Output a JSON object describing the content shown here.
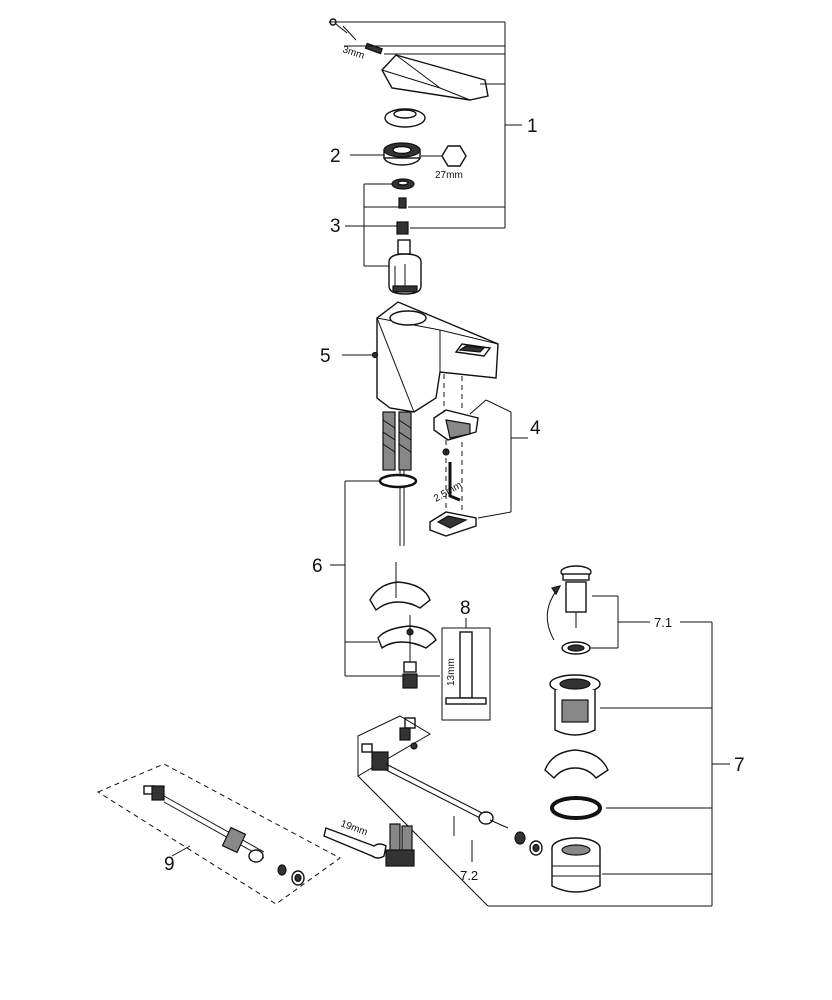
{
  "labels": {
    "p1": "1",
    "p2": "2",
    "p3": "3",
    "p4": "4",
    "p5": "5",
    "p6": "6",
    "p7": "7",
    "p7_1": "7.1",
    "p7_2": "7.2",
    "p8": "8",
    "p9": "9"
  },
  "dimensions": {
    "d3mm": "3mm",
    "d27mm": "27mm",
    "d25mm": "2.5mm",
    "d13mm": "13mm",
    "d19mm": "19mm"
  }
}
